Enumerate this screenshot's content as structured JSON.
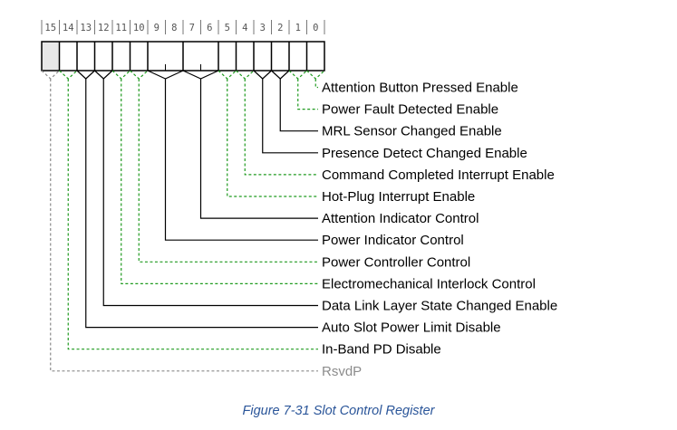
{
  "bit_numbers": [
    "15",
    "14",
    "13",
    "12",
    "11",
    "10",
    "9",
    "8",
    "7",
    "6",
    "5",
    "4",
    "3",
    "2",
    "1",
    "0"
  ],
  "fields": [
    {
      "label": "Attention Button Pressed Enable",
      "bits": [
        0,
        0
      ],
      "type": "RW1C"
    },
    {
      "label": "Power Fault Detected Enable",
      "bits": [
        1,
        1
      ],
      "type": "RW1C"
    },
    {
      "label": "MRL Sensor Changed Enable",
      "bits": [
        2,
        2
      ],
      "type": "RW"
    },
    {
      "label": "Presence Detect Changed Enable",
      "bits": [
        3,
        3
      ],
      "type": "RW"
    },
    {
      "label": "Command Completed Interrupt Enable",
      "bits": [
        4,
        4
      ],
      "type": "RW1C"
    },
    {
      "label": "Hot-Plug Interrupt Enable",
      "bits": [
        5,
        5
      ],
      "type": "RW1C"
    },
    {
      "label": "Attention Indicator Control",
      "bits": [
        6,
        7
      ],
      "type": "RW"
    },
    {
      "label": "Power Indicator Control",
      "bits": [
        8,
        9
      ],
      "type": "RW"
    },
    {
      "label": "Power Controller Control",
      "bits": [
        10,
        10
      ],
      "type": "RW1C"
    },
    {
      "label": "Electromechanical Interlock Control",
      "bits": [
        11,
        11
      ],
      "type": "RW1C"
    },
    {
      "label": "Data Link Layer State Changed Enable",
      "bits": [
        12,
        12
      ],
      "type": "RW"
    },
    {
      "label": "Auto Slot Power Limit Disable",
      "bits": [
        13,
        13
      ],
      "type": "RW"
    },
    {
      "label": "In-Band PD Disable",
      "bits": [
        14,
        14
      ],
      "type": "RW1C"
    },
    {
      "label": "RsvdP",
      "bits": [
        15,
        15
      ],
      "type": "RSVD"
    }
  ],
  "colors": {
    "RW": "#000000",
    "RW1C": "#1f9a1f",
    "RSVD": "#8c8c8c",
    "reserved_fill": "#e8e8e8",
    "caption": "#2a5599"
  },
  "caption": "Figure  7-31  Slot Control Register"
}
